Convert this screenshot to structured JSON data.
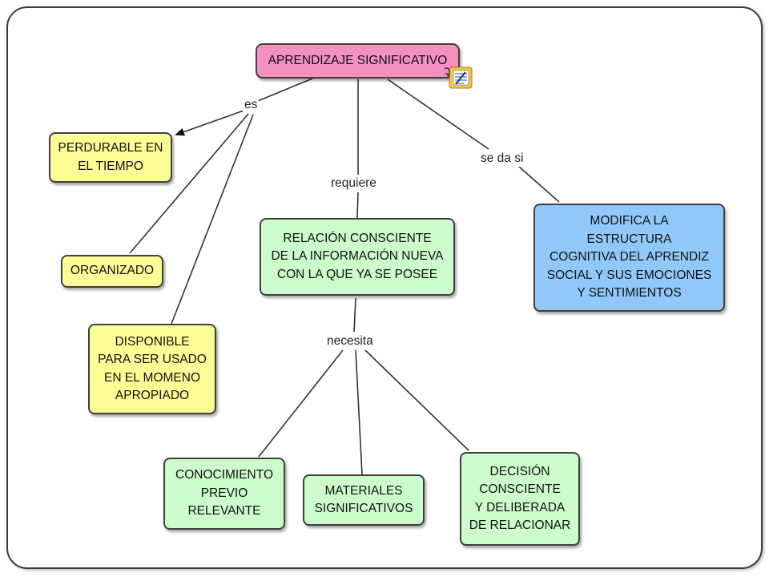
{
  "colors": {
    "pink": "#f490c0",
    "yellow": "#fdfd96",
    "green": "#ccfccc",
    "blue": "#90c8fa",
    "line": "#333333"
  },
  "concepts": {
    "main": "APRENDIZAJE SIGNIFICATIVO",
    "perdurable": "PERDURABLE EN\nEL TIEMPO",
    "organizado": "ORGANIZADO",
    "disponible": "DISPONIBLE\nPARA SER USADO\nEN EL MOMENO\nAPROPIADO",
    "relacion": "RELACIÓN CONSCIENTE\nDE LA INFORMACIÓN NUEVA\nCON LA QUE YA SE POSEE",
    "modifica": "MODIFICA LA\nESTRUCTURA\nCOGNITIVA DEL APRENDIZ\nSOCIAL Y SUS EMOCIONES\nY SENTIMIENTOS",
    "conocimiento": "CONOCIMIENTO\nPREVIO\nRELEVANTE",
    "materiales": "MATERIALES\nSIGNIFICATIVOS",
    "decision": "DECISIÓN\nCONSCIENTE\nY DELIBERADA\nDE RELACIONAR"
  },
  "linking_phrases": {
    "es": "es",
    "requiere": "requiere",
    "se_da_si": "se da si",
    "necesita": "necesita"
  },
  "icons": {
    "resource": "text-document-resource-icon"
  }
}
